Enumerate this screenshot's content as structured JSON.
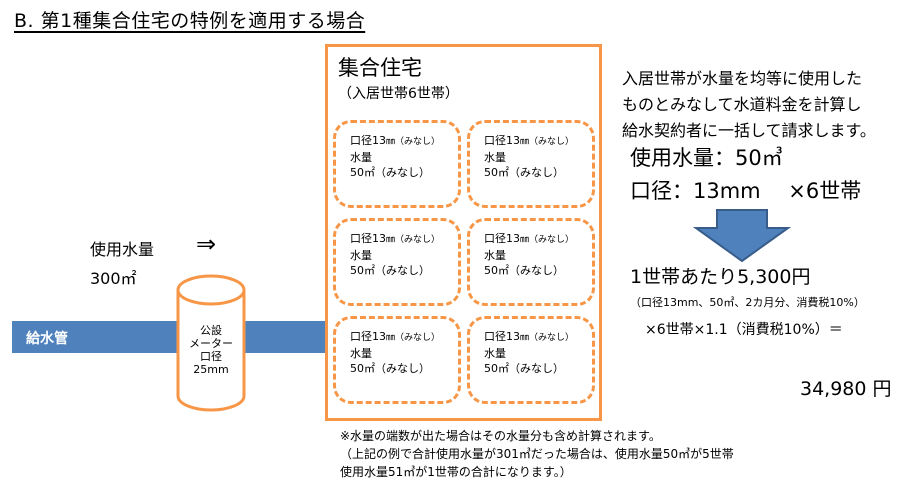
{
  "title": "B. 第1種集合住宅の特例を適用する場合",
  "left": {
    "usage_label": "使用水量",
    "usage_arrow": "⇒",
    "usage_value": "300㎡",
    "pipe_label": "給水管",
    "meter_lines": [
      "公設",
      "メーター",
      "口径",
      "25mm"
    ]
  },
  "building": {
    "title": "集合住宅",
    "subtitle": "（入居世帯6世帯）",
    "units": [
      {
        "bore": "口径13",
        "bore_unit": "㎜（みなし）",
        "usage_label": "水量",
        "usage": "50㎡（みなし）"
      },
      {
        "bore": "口径13",
        "bore_unit": "㎜（みなし）",
        "usage_label": "水量",
        "usage": "50㎡（みなし）"
      },
      {
        "bore": "口径13",
        "bore_unit": "㎜（みなし）",
        "usage_label": "水量",
        "usage": "50㎡（みなし）"
      },
      {
        "bore": "口径13",
        "bore_unit": "㎜（みなし）",
        "usage_label": "水量",
        "usage": "50㎡（みなし）"
      },
      {
        "bore": "口径13",
        "bore_unit": "㎜（みなし）",
        "usage_label": "水量",
        "usage": "50㎡（みなし）"
      },
      {
        "bore": "口径13",
        "bore_unit": "㎜（みなし）",
        "usage_label": "水量",
        "usage": "50㎡（みなし）"
      }
    ]
  },
  "right": {
    "desc_lines": [
      "入居世帯が水量を均等に使用した",
      "ものとみなして水道料金を計算し",
      "給水契約者に一括して請求します。"
    ],
    "usage_line": "使用水量：50㎥",
    "bore_line": "口径：13mm　 ×6世帯",
    "per_household": "1世帯あたり5,300円",
    "per_household_note": "（口径13mm、50㎥、2カ月分、消費税10%）",
    "calc_line": "×6世帯×1.1（消費税10%）＝",
    "total": "34,980 円"
  },
  "footnote_lines": [
    "※水量の端数が出た場合はその水量分も含め計算されます。",
    "（上記の例で合計使用水量が301㎥だった場合は、使用水量50㎥が5世帯",
    "使用水量51㎥が1世帯の合計になります。）"
  ],
  "colors": {
    "orange": "#f79646",
    "pipe_blue": "#4f81bd",
    "arrow_blue": "#4f81bd",
    "arrow_stroke": "#385d8a",
    "meter_stroke": "#f79646"
  }
}
